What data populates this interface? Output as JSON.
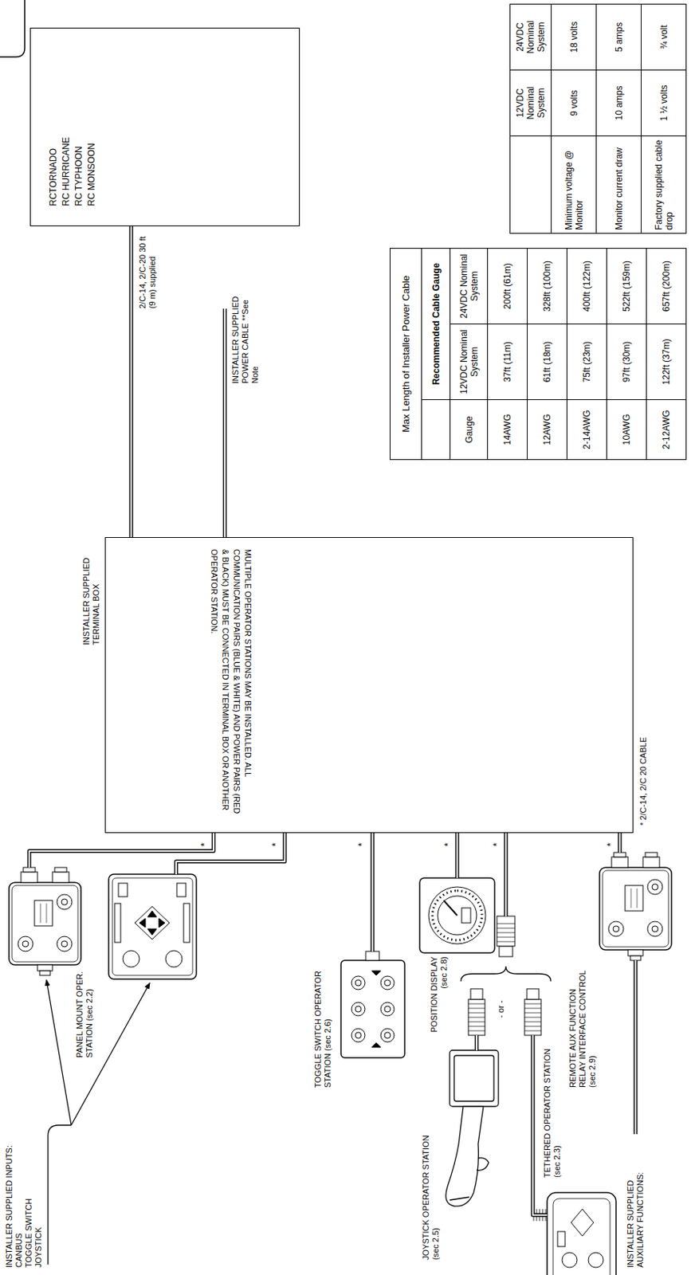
{
  "diagram": {
    "nodes": [
      {
        "text": [
          "INSTALLER SUPPLIED TERMINAL BOX",
          "MULTIPLE OPERATOR STATIONS MAY BE INSTALLED. ALL COMMUNICATION PAIRS (BLUE & WHITE) AND POWER PAIRS (RED & BLACK) MUST BE CONNECTED IN TERMINAL BOX OR ANOTHER OPERATOR STATION."
        ]
      },
      {
        "text": [
          "RCTORNADO",
          "RC HURRICANE",
          "RC TYPHOON",
          "RC MONSOON"
        ]
      }
    ],
    "edges": [
      {
        "from": 1,
        "to": 0,
        "label": "2/C-14, 2/C-20 30 ft (9 m) supplied",
        "arrow": "none"
      }
    ],
    "labels": [
      "INSTALLER SUPPLIED INPUTS:",
      "CANBUS",
      "TOGGLE SWITCH",
      "JOYSTICK",
      "PANEL MOUNT OPER. STATION (sec 2.2)",
      "TOGGLE SWITCH OPERATOR STATION (sec 2.6)",
      "POSITION DISPLAY (sec 2.8)",
      "JOYSTICK OPERATOR STATION (sec 2.5)",
      "- or -",
      "TETHERED OPERATOR STATION (sec 2.3)",
      "REMOTE AUX FUNCTION RELAY INTERFACE CONTROL (sec 2.9)",
      "INSTALLER SUPPLIED AUXILIARY FUNCTIONS:",
      "*",
      "*",
      "*",
      "*",
      "*",
      "*",
      "* 2/C-14, 2/C 20 CABLE",
      "INSTALLER SUPPLIED POWER CABLE **See Note",
      "12VDC Nominal System",
      "24VDC Nominal System",
      "Minimum voltage @ Monitor",
      "9 volts",
      "18 volts",
      "Monitor current draw",
      "10 amps",
      "5 amps",
      "Factory supplied cable drop",
      "1 ½ volts",
      "¾ volt",
      "Max Length of Installer Power Cable",
      "Recommended Cable Gauge",
      "Gauge",
      "12VDC Nominal System",
      "24VDC Nominal System",
      "14AWG",
      "37ft (11m)",
      "200ft (61m)",
      "12AWG",
      "61ft (18m)",
      "328ft (100m)",
      "2-14AWG",
      "75ft (23m)",
      "400ft (122m)",
      "10AWG",
      "97ft (30m)",
      "522ft (159m)",
      "2-12AWG",
      "122ft (37m)",
      "657ft (200m)"
    ]
  }
}
